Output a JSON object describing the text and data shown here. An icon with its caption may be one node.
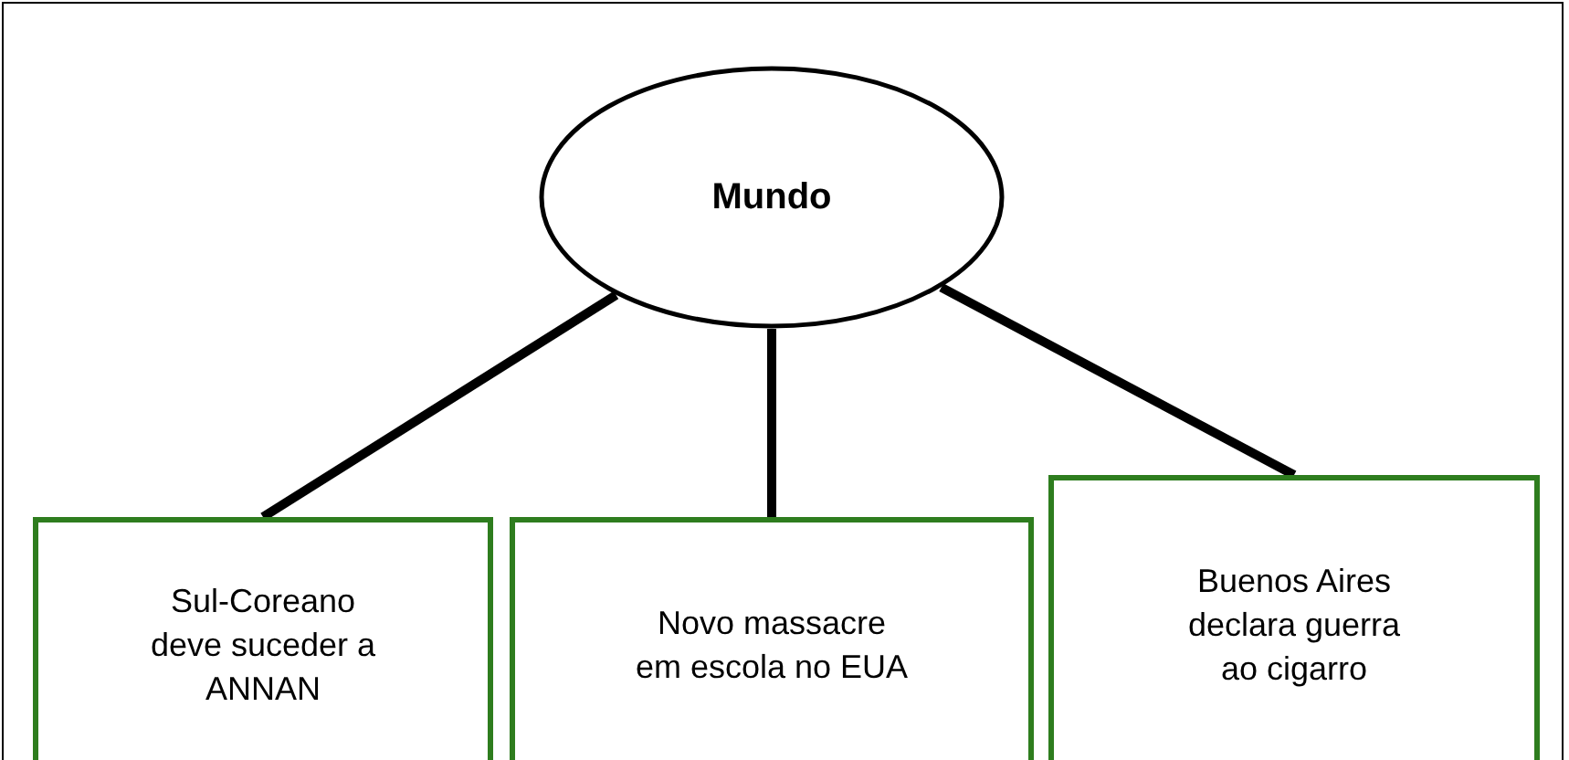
{
  "diagram": {
    "nodes": [
      {
        "text": [
          "Mundo"
        ]
      },
      {
        "text": [
          "Sul-Coreano deve suceder a ANNAN"
        ]
      },
      {
        "text": [
          "Novo massacre em escola no EUA"
        ]
      },
      {
        "text": [
          "Buenos Aires declara guerra ao cigarro"
        ]
      }
    ],
    "edges": [
      {
        "from": 0,
        "to": 1,
        "arrow": "none"
      },
      {
        "from": 0,
        "to": 2,
        "arrow": "none"
      },
      {
        "from": 0,
        "to": 3,
        "arrow": "none"
      }
    ]
  }
}
